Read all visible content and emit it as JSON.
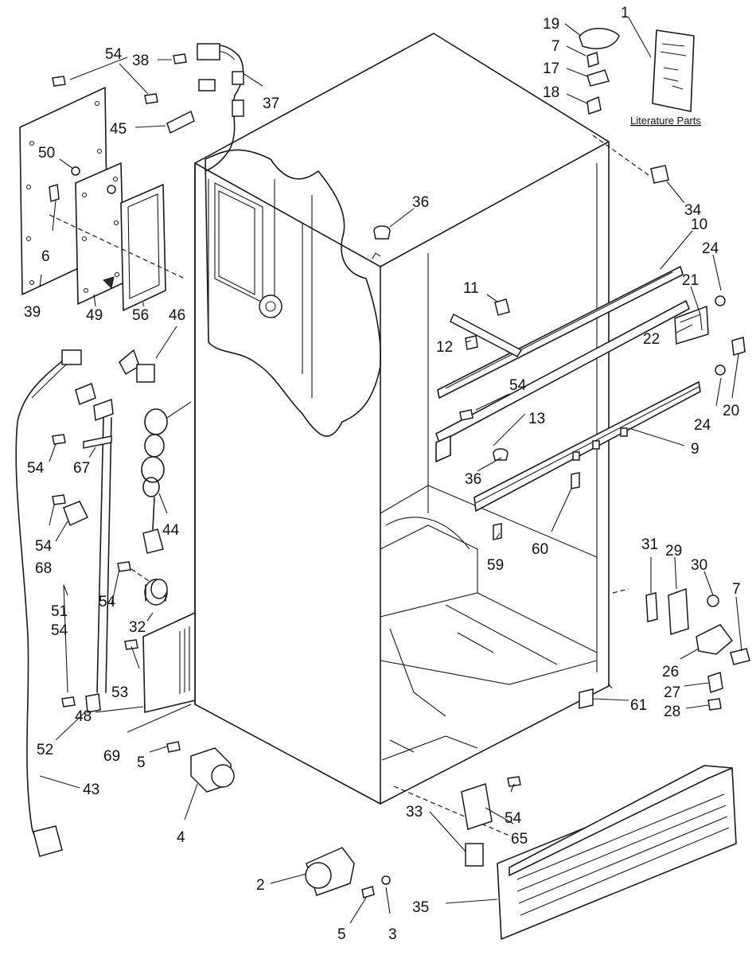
{
  "literature_caption": "Literature Parts",
  "labels": [
    {
      "id": "l1",
      "text": "1"
    },
    {
      "id": "l19",
      "text": "19"
    },
    {
      "id": "l7a",
      "text": "7"
    },
    {
      "id": "l17",
      "text": "17"
    },
    {
      "id": "l18",
      "text": "18"
    },
    {
      "id": "l54a",
      "text": "54"
    },
    {
      "id": "l38",
      "text": "38"
    },
    {
      "id": "l37",
      "text": "37"
    },
    {
      "id": "l45",
      "text": "45"
    },
    {
      "id": "l50",
      "text": "50"
    },
    {
      "id": "l6",
      "text": "6"
    },
    {
      "id": "l39",
      "text": "39"
    },
    {
      "id": "l49",
      "text": "49"
    },
    {
      "id": "l56",
      "text": "56"
    },
    {
      "id": "l46",
      "text": "46"
    },
    {
      "id": "l36a",
      "text": "36"
    },
    {
      "id": "l34",
      "text": "34"
    },
    {
      "id": "l10",
      "text": "10"
    },
    {
      "id": "l24a",
      "text": "24"
    },
    {
      "id": "l11",
      "text": "11"
    },
    {
      "id": "l21",
      "text": "21"
    },
    {
      "id": "l12",
      "text": "12"
    },
    {
      "id": "l22",
      "text": "22"
    },
    {
      "id": "l54b",
      "text": "54"
    },
    {
      "id": "l24b",
      "text": "24"
    },
    {
      "id": "l20",
      "text": "20"
    },
    {
      "id": "l13",
      "text": "13"
    },
    {
      "id": "l9",
      "text": "9"
    },
    {
      "id": "l36b",
      "text": "36"
    },
    {
      "id": "l54c",
      "text": "54"
    },
    {
      "id": "l67",
      "text": "67"
    },
    {
      "id": "l54d",
      "text": "54"
    },
    {
      "id": "l68",
      "text": "68"
    },
    {
      "id": "l44",
      "text": "44"
    },
    {
      "id": "l59",
      "text": "59"
    },
    {
      "id": "l60",
      "text": "60"
    },
    {
      "id": "l31",
      "text": "31"
    },
    {
      "id": "l29",
      "text": "29"
    },
    {
      "id": "l30",
      "text": "30"
    },
    {
      "id": "l7b",
      "text": "7"
    },
    {
      "id": "l51",
      "text": "51"
    },
    {
      "id": "l54e",
      "text": "54"
    },
    {
      "id": "l54f",
      "text": "54"
    },
    {
      "id": "l32",
      "text": "32"
    },
    {
      "id": "l53",
      "text": "53"
    },
    {
      "id": "l26",
      "text": "26"
    },
    {
      "id": "l27",
      "text": "27"
    },
    {
      "id": "l28",
      "text": "28"
    },
    {
      "id": "l61",
      "text": "61"
    },
    {
      "id": "l48",
      "text": "48"
    },
    {
      "id": "l52",
      "text": "52"
    },
    {
      "id": "l69",
      "text": "69"
    },
    {
      "id": "l5a",
      "text": "5"
    },
    {
      "id": "l43",
      "text": "43"
    },
    {
      "id": "l4",
      "text": "4"
    },
    {
      "id": "l54g",
      "text": "54"
    },
    {
      "id": "l65",
      "text": "65"
    },
    {
      "id": "l2",
      "text": "2"
    },
    {
      "id": "l33",
      "text": "33"
    },
    {
      "id": "l35",
      "text": "35"
    },
    {
      "id": "l5b",
      "text": "5"
    },
    {
      "id": "l3",
      "text": "3"
    }
  ]
}
